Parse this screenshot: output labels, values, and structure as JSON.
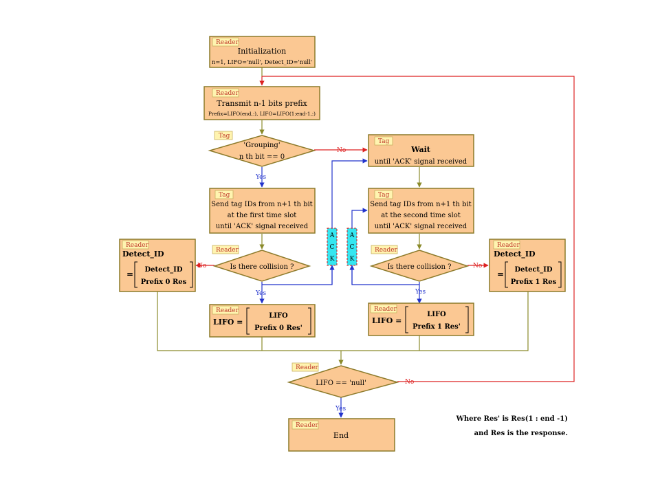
{
  "colors": {
    "box_fill": "#fbc893",
    "box_stroke": "#8c7a2a",
    "tag_label": "#c0392b",
    "blue": "#2233cc",
    "red": "#dd2222",
    "olive": "#8a8a2a",
    "ack_fill": "#35e6f0"
  },
  "nodes": {
    "init": {
      "tag": "Reader",
      "line1": "Initialization",
      "line2": "n=1, LIFO='null', Detect_ID='null'"
    },
    "transmit": {
      "tag": "Reader",
      "line1": "Transmit n-1 bits prefix",
      "line2": "Prefix=LIFO(end,:), LIFO=LIFO(1:end-1,:)"
    },
    "grouping": {
      "tag": "Tag",
      "line1": "'Grouping'",
      "line2": "n th bit == 0"
    },
    "wait": {
      "tag": "Tag",
      "line1": "Wait",
      "line2": "until 'ACK' signal received"
    },
    "send_first": {
      "tag": "Tag",
      "line1": "Send tag IDs from n+1 th bit",
      "line2": "at the first time slot",
      "line3": "until 'ACK' signal received"
    },
    "send_second": {
      "tag": "Tag",
      "line1": "Send tag IDs from n+1 th bit",
      "line2": "at the second time slot",
      "line3": "until 'ACK' signal received"
    },
    "collision_left": {
      "tag": "Reader",
      "text": "Is there collision ?"
    },
    "collision_right": {
      "tag": "Reader",
      "text": "Is there collision ?"
    },
    "detect_left": {
      "tag": "Reader",
      "title": "Detect_ID",
      "eq": "=",
      "row1": "Detect_ID",
      "row2": "Prefix 0 Res"
    },
    "detect_right": {
      "tag": "Reader",
      "title": "Detect_ID",
      "eq": "=",
      "row1": "Detect_ID",
      "row2": "Prefix 1 Res"
    },
    "lifo_left": {
      "tag": "Reader",
      "lhs": "LIFO =",
      "row1": "LIFO",
      "row2": "Prefix 0 Res'"
    },
    "lifo_right": {
      "tag": "Reader",
      "lhs": "LIFO =",
      "row1": "LIFO",
      "row2": "Prefix 1 Res'"
    },
    "lifo_null": {
      "tag": "Reader",
      "text": "LIFO == 'null'"
    },
    "end": {
      "tag": "Reader",
      "text": "End"
    }
  },
  "edge_labels": {
    "no": "No",
    "yes": "Yes"
  },
  "ack_letters": [
    "A",
    "C",
    "K"
  ],
  "footnote": {
    "line1": "Where Res' is Res(1 : end -1)",
    "line2": "and Res is the response."
  }
}
